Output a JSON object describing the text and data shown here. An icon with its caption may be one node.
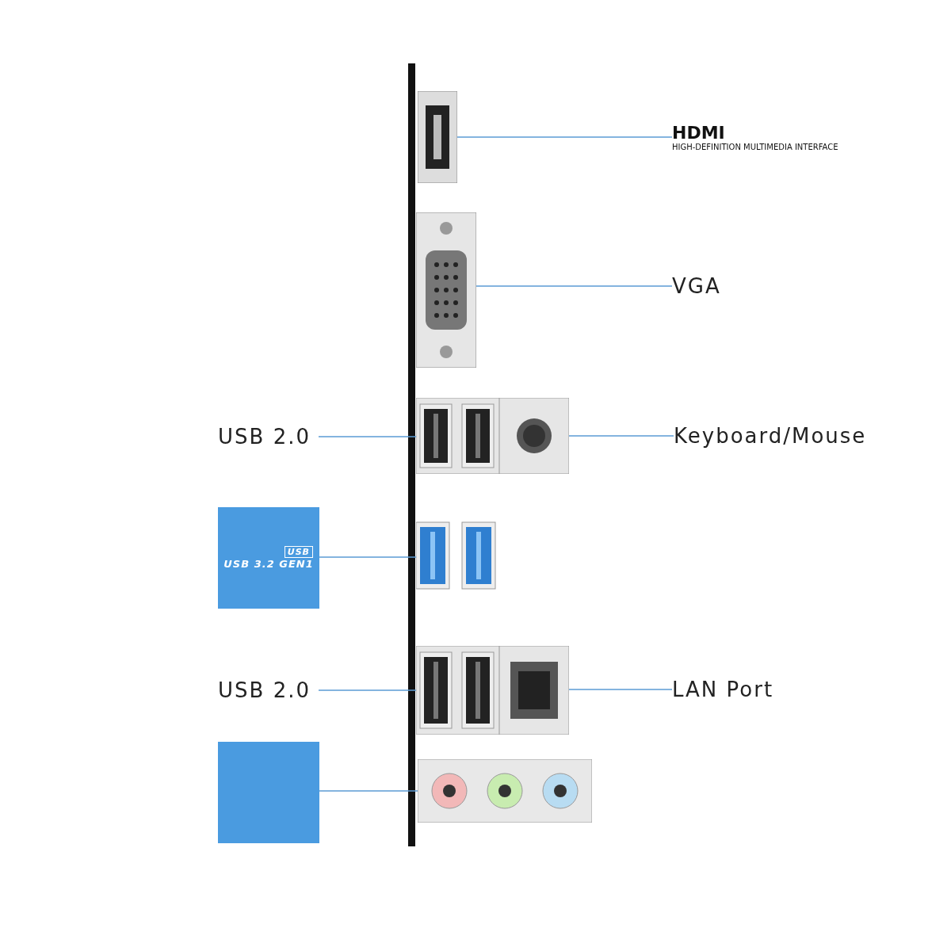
{
  "diagram": {
    "nodes": [
      {
        "text": [],
        "shape": "picture"
      },
      {
        "text": [
          "HDMI",
          "HIGH-DEFINITION MULTIMEDIA INTERFACE"
        ]
      },
      {
        "text": [],
        "shape": "picture"
      },
      {
        "text": [
          "VGA"
        ]
      },
      {
        "text": [
          "USB 2.0"
        ]
      },
      {
        "text": [],
        "shape": "picture"
      },
      {
        "text": [],
        "shape": "picture"
      },
      {
        "text": [
          "Keyboard/Mouse"
        ]
      },
      {
        "text": [
          "USB",
          "USB 3.2 GEN1"
        ]
      },
      {
        "text": [],
        "shape": "picture"
      },
      {
        "text": [
          "USB 2.0"
        ]
      },
      {
        "text": [],
        "shape": "picture"
      },
      {
        "text": [],
        "shape": "picture"
      },
      {
        "text": [
          "LAN Port"
        ]
      },
      {
        "text": [],
        "shape": "box"
      },
      {
        "text": [],
        "shape": "picture"
      }
    ],
    "edges": [
      {
        "from": 1,
        "to": 0,
        "arrow": "none"
      },
      {
        "from": 3,
        "to": 2,
        "arrow": "none"
      },
      {
        "from": 4,
        "to": 5,
        "arrow": "none"
      },
      {
        "from": 7,
        "to": 6,
        "arrow": "none"
      },
      {
        "from": 8,
        "to": 9,
        "arrow": "none"
      },
      {
        "from": 10,
        "to": 11,
        "arrow": "none"
      },
      {
        "from": 13,
        "to": 12,
        "arrow": "none"
      },
      {
        "from": 14,
        "to": 15,
        "arrow": "none"
      }
    ]
  }
}
